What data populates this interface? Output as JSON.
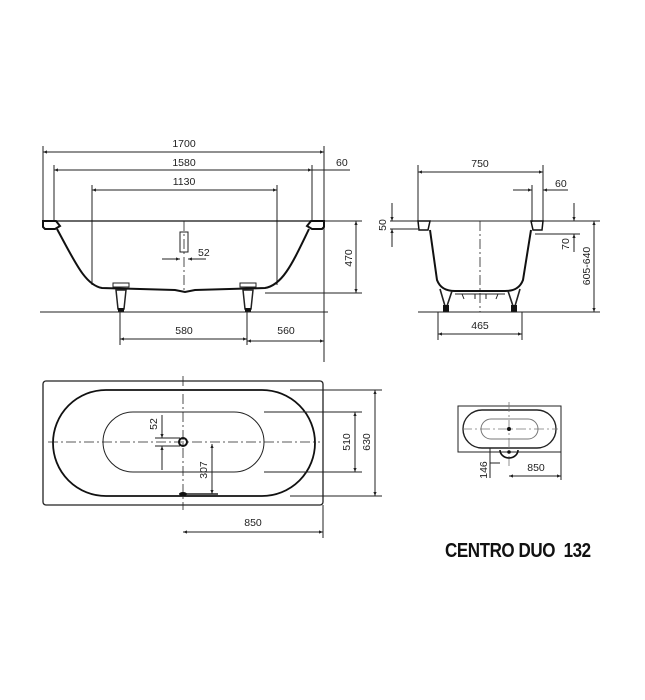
{
  "title": "CENTRO DUO  132",
  "side_view": {
    "dims": {
      "overall_length": "1700",
      "inner_length": "1580",
      "bottom_length": "1130",
      "rim_width": "60",
      "drain_dia": "52",
      "depth": "470",
      "foot_spacing": "580",
      "foot_to_end": "560"
    }
  },
  "end_view": {
    "dims": {
      "overall_width": "750",
      "rim_width": "60",
      "rim_thickness": "50",
      "rim_drop": "70",
      "total_height": "605-640",
      "foot_spacing": "465"
    }
  },
  "top_view": {
    "dims": {
      "drain_offset": "52",
      "drain_to_edge": "307",
      "inner_width": "510",
      "overall_width": "630",
      "drain_position": "850"
    }
  },
  "small_top_view": {
    "dims": {
      "overflow_offset": "146",
      "drain_position": "850"
    }
  }
}
